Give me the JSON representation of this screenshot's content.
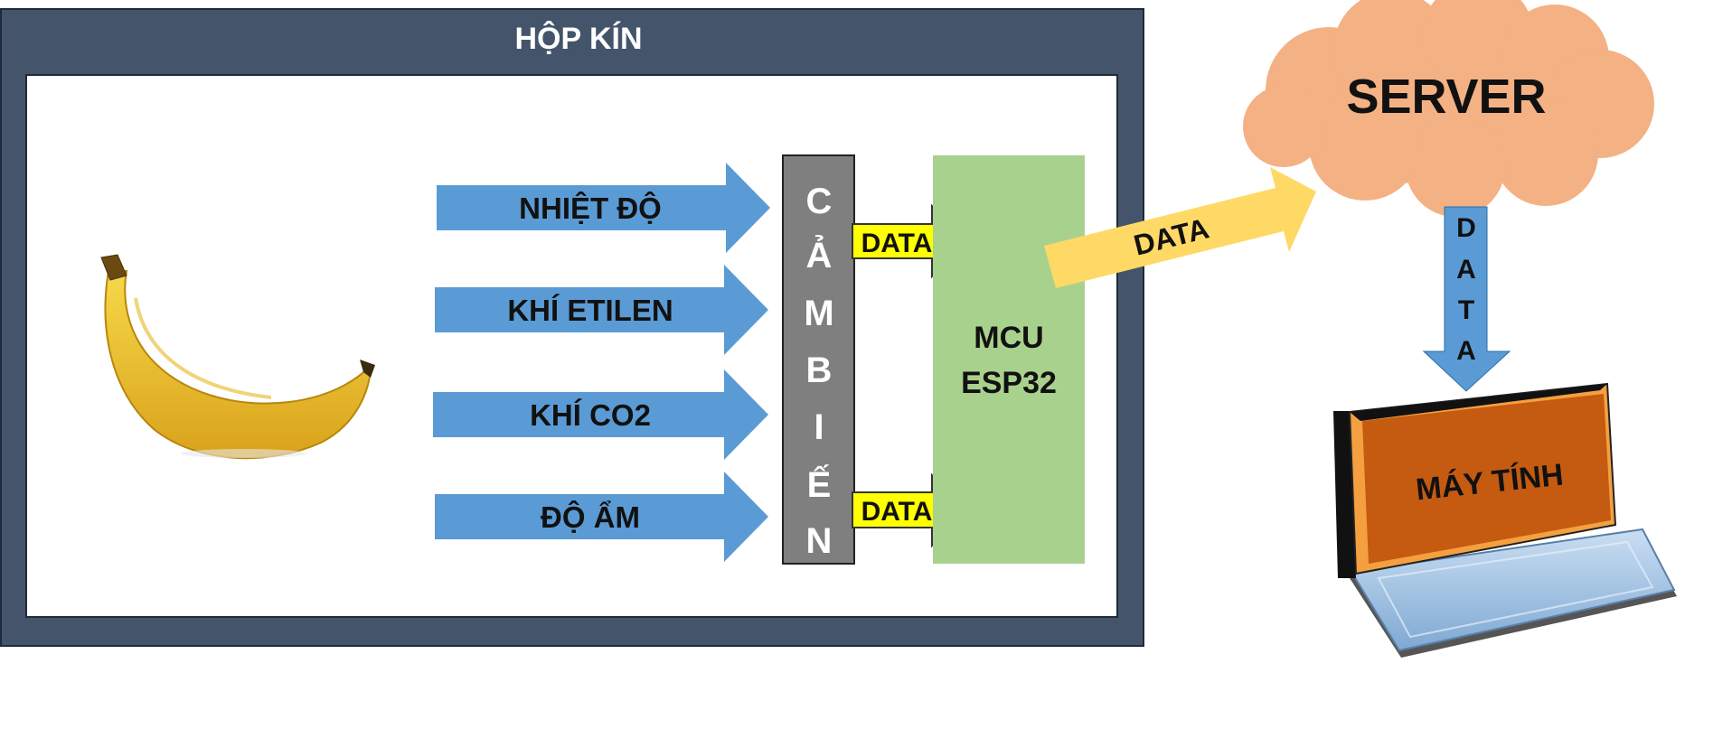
{
  "box": {
    "title": "HỘP KÍN"
  },
  "inputs": [
    {
      "label": "NHIỆT ĐỘ"
    },
    {
      "label": "KHÍ ETILEN"
    },
    {
      "label": "KHÍ CO2"
    },
    {
      "label": "ĐỘ ẨM"
    }
  ],
  "sensor": {
    "letters": [
      "C",
      "Ả",
      "M",
      "B",
      "I",
      "Ế",
      "N"
    ]
  },
  "mcu": {
    "line1": "MCU",
    "line2": "ESP32"
  },
  "data_arrows": {
    "sensor_top": "DATA",
    "sensor_bottom": "DATA",
    "to_server": "DATA",
    "server_down": [
      "D",
      "A",
      "T",
      "A"
    ]
  },
  "server": {
    "label": "SERVER"
  },
  "computer": {
    "label": "MÁY  TÍNH"
  },
  "colors": {
    "frame": "#44546a",
    "blue_arrow": "#5b9bd5",
    "sensor": "#7f7f7f",
    "mcu": "#a9d18e",
    "yellow_arrow": "#ffff00",
    "data_arrow": "#ffd966",
    "cloud": "#f4b183",
    "screen": "#c55a11",
    "screen_edge": "#f4a040",
    "keyboard": "#9dc3e6"
  }
}
